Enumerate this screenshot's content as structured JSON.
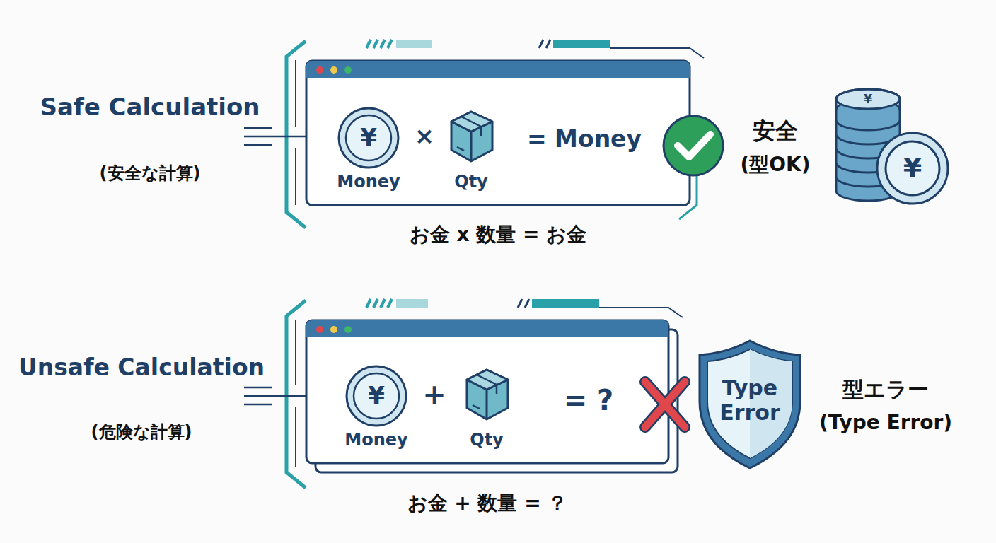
{
  "diagram": {
    "nodes": [
      {
        "text": [
          "お金 x 数量 = お金"
        ]
      },
      {
        "text": [
          "¥",
          "Money"
        ],
        "in": 0
      },
      {
        "text": [
          "Qty"
        ],
        "in": 0
      },
      {
        "text": [
          "お金 + 数量 = ？"
        ]
      },
      {
        "text": [
          "¥",
          "Money"
        ],
        "in": 3
      },
      {
        "text": [
          "Qty"
        ],
        "in": 3
      },
      {
        "text": [
          "Type Error"
        ]
      }
    ],
    "labels": [
      "Safe Calculation",
      "(安全な計算)",
      "×",
      "= Money",
      "安全",
      "(型OK)",
      "¥",
      "¥",
      "Unsafe Calculation",
      "(危険な計算)",
      "+",
      "= ?",
      "型エラー",
      "(Type Error)"
    ]
  }
}
